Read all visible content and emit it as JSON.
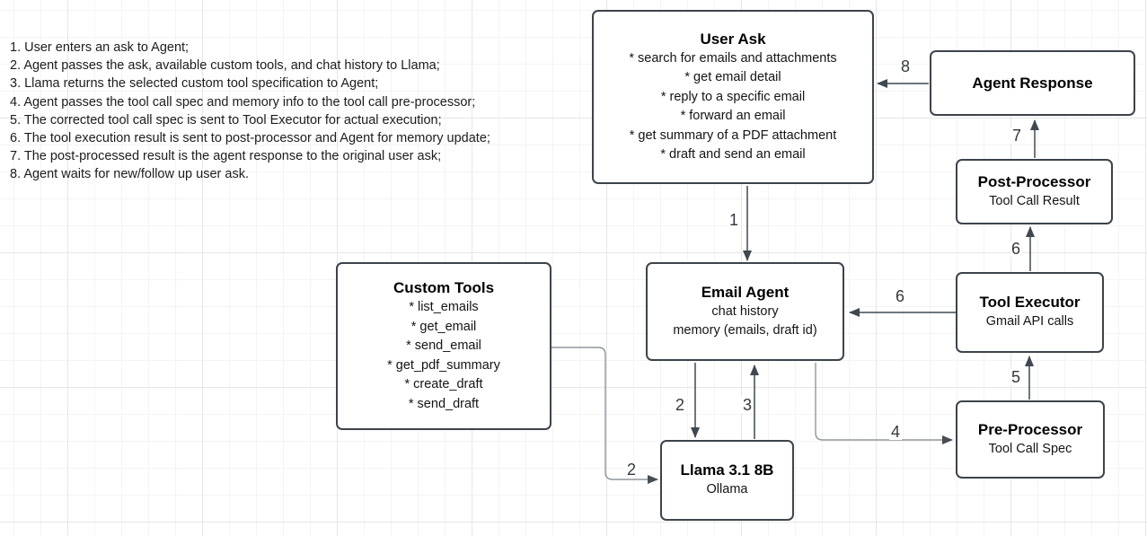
{
  "canvas": {
    "background": "#ffffff",
    "grid_minor_color": "#f4f4f4",
    "grid_major_color": "#e6e6e6",
    "box_border_color": "#3d434b",
    "arrow_color": "#3f4850",
    "connector_gray_color": "#8f969c"
  },
  "notes": {
    "items": [
      "1. User enters an ask to Agent;",
      "2. Agent passes the ask, available custom tools, and chat history to Llama;",
      "3. Llama returns the selected custom tool specification to Agent;",
      "4. Agent passes the tool call spec and memory info to the tool call pre-processor;",
      "5. The corrected tool call spec is sent to Tool Executor for actual execution;",
      "6. The tool execution result is sent to post-processor and Agent for memory update;",
      "7. The post-processed result is the agent response to the original user ask;",
      "8. Agent waits for new/follow up user ask."
    ]
  },
  "nodes": {
    "user_ask": {
      "title": "User Ask",
      "lines": [
        "* search for emails and attachments",
        "* get email detail",
        "* reply to a specific email",
        "* forward an email",
        "* get summary of a PDF attachment",
        "* draft and send an email"
      ]
    },
    "agent_response": {
      "title": "Agent Response"
    },
    "post_processor": {
      "title": "Post-Processor",
      "subtitle": "Tool Call Result"
    },
    "tool_executor": {
      "title": "Tool Executor",
      "subtitle": "Gmail API calls"
    },
    "pre_processor": {
      "title": "Pre-Processor",
      "subtitle": "Tool Call Spec"
    },
    "email_agent": {
      "title": "Email Agent",
      "lines": [
        "chat history",
        "memory (emails, draft id)"
      ]
    },
    "custom_tools": {
      "title": "Custom Tools",
      "lines": [
        "* list_emails",
        "* get_email",
        "* send_email",
        "* get_pdf_summary",
        "* create_draft",
        "* send_draft"
      ]
    },
    "llama": {
      "title": "Llama 3.1 8B",
      "subtitle": "Ollama"
    }
  },
  "edges": {
    "user_ask_to_email_agent": {
      "label": "1"
    },
    "email_agent_to_llama": {
      "label": "2"
    },
    "custom_tools_to_llama": {
      "label": "2"
    },
    "llama_to_email_agent": {
      "label": "3"
    },
    "email_agent_to_pre_processor": {
      "label": "4"
    },
    "pre_processor_to_tool_executor": {
      "label": "5"
    },
    "tool_executor_to_post_processor": {
      "label": "6"
    },
    "tool_executor_to_email_agent": {
      "label": "6"
    },
    "post_processor_to_agent_response": {
      "label": "7"
    },
    "agent_response_to_user_ask": {
      "label": "8"
    }
  }
}
